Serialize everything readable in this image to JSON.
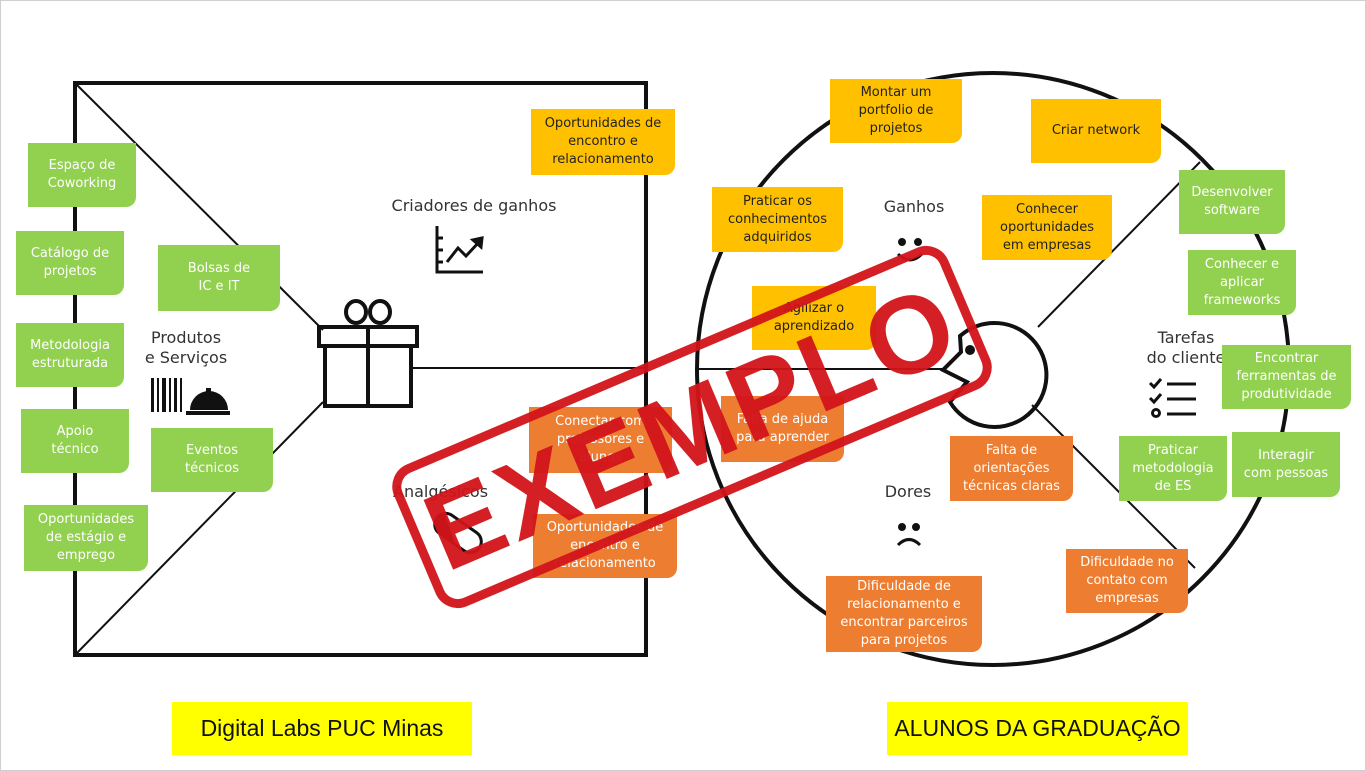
{
  "canvas": {
    "left_section": {
      "title": "Digital Labs PUC Minas",
      "labels": {
        "produtos_servicos": "Produtos\ne Serviços",
        "criadores_ganhos": "Criadores de ganhos",
        "analgesicos": "Analgésicos"
      },
      "products": [
        "Espaço de\nCoworking",
        "Catálogo de\nprojetos",
        "Metodologia\nestruturada",
        "Apoio\ntécnico",
        "Oportunidades\nde estágio e\nemprego",
        "Bolsas de\nIC e IT",
        "Eventos\ntécnicos"
      ],
      "gain_creators": [
        "Oportunidades de\nencontro e\nrelacionamento"
      ],
      "pain_relievers": [
        "Conectar com\nprofessores e\nalunos",
        "Oportunidades de\nencontro e\nrelacionamento"
      ]
    },
    "right_section": {
      "title": "ALUNOS DA GRADUAÇÃO",
      "labels": {
        "ganhos": "Ganhos",
        "dores": "Dores",
        "tarefas": "Tarefas\ndo cliente"
      },
      "gains": [
        "Montar um\nportfolio de\nprojetos",
        "Criar network",
        "Praticar os\nconhecimentos\nadquiridos",
        "Conhecer\noportunidades\nem empresas",
        "Agilizar o\naprendizado"
      ],
      "pains": [
        "Falta de ajuda\npara aprender",
        "Falta de\norientações\ntécnicas claras",
        "Dificuldade de\nrelacionamento e\nencontrar parceiros\npara projetos",
        "Dificuldade no\ncontato com\nempresas"
      ],
      "jobs": [
        "Desenvolver\nsoftware",
        "Conhecer e\naplicar\nframeworks",
        "Encontrar\nferramentas de\nprodutividade",
        "Praticar\nmetodologia\nde ES",
        "Interagir\ncom pessoas"
      ]
    },
    "stamp": "EXEMPLO",
    "colors": {
      "green": "#92d050",
      "yellow": "#ffc000",
      "orange": "#ed7d31",
      "label_bg": "#ffff00",
      "stamp": "#d2141a"
    }
  }
}
